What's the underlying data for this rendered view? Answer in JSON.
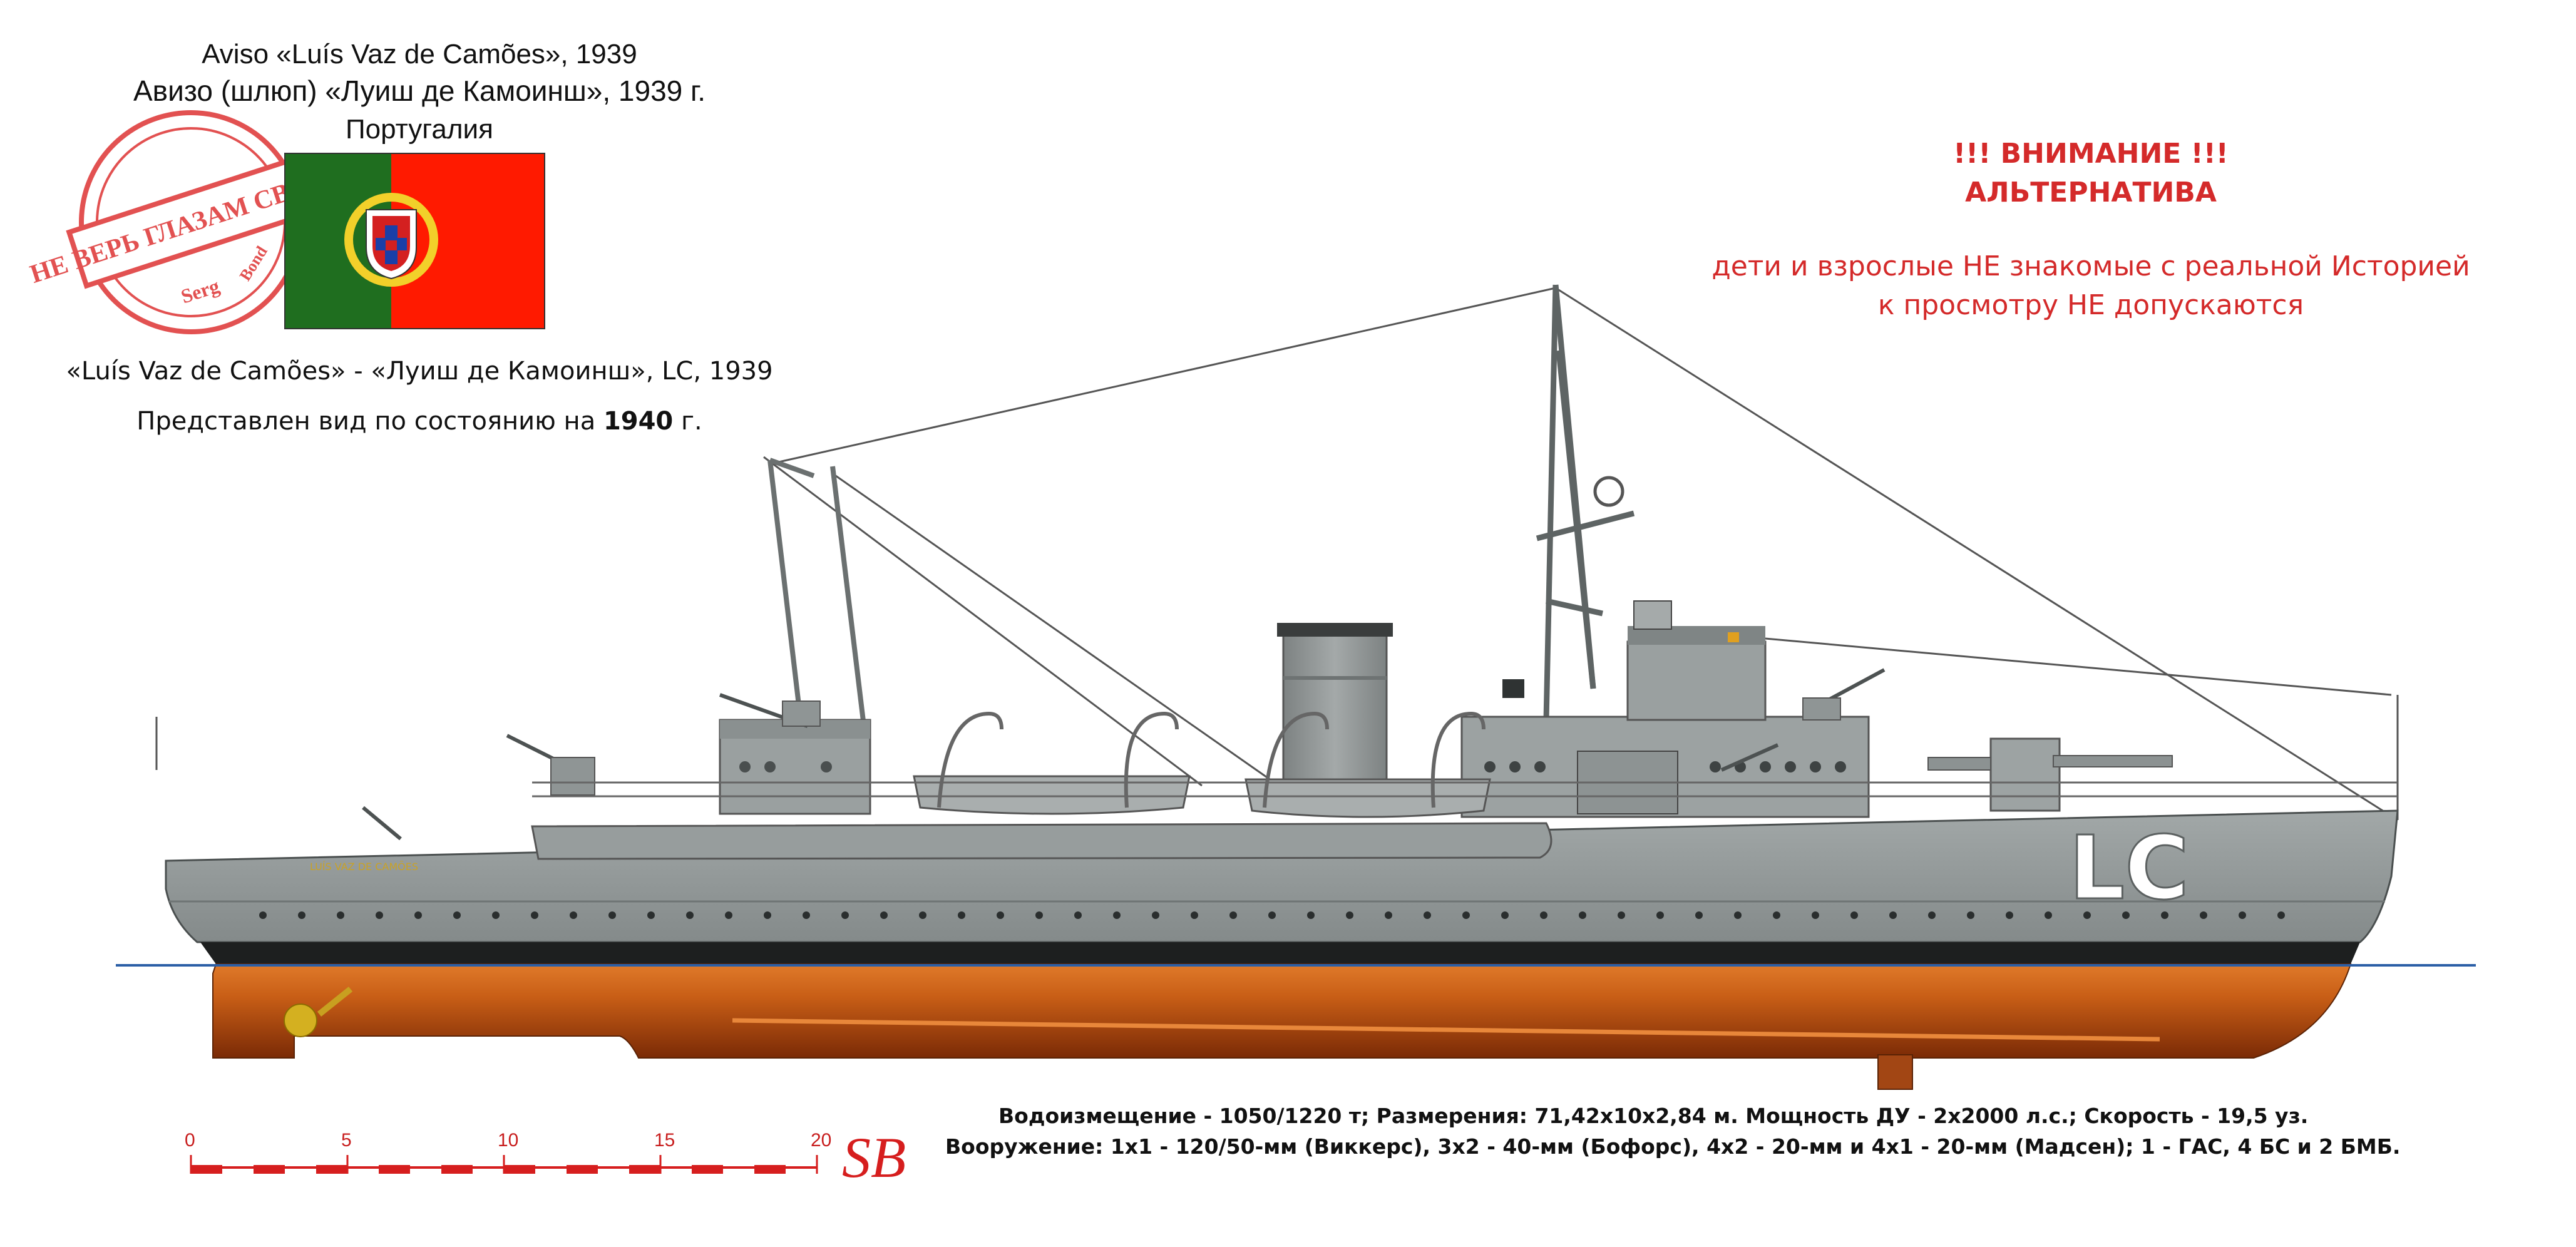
{
  "header": {
    "title_latin": "Aviso «Luís Vaz de Camões», 1939",
    "title_russian": "Авизо (шлюп) «Луиш де Камоинш», 1939 г.",
    "country": "Португалия"
  },
  "stamp": {
    "text": "НЕ ВЕРЬ ГЛАЗАМ СВОИМ",
    "author_left": "Serg",
    "author_right": "Bond"
  },
  "flag": {
    "green": "#1f6e1f",
    "red": "#ff1a00",
    "emblem": "portuguese-coat-of-arms"
  },
  "subtitle": {
    "names": "«Luís Vaz de Camões» - «Луиш де Камоинш», LC, 1939",
    "state_prefix": "Представлен вид по состоянию на",
    "state_year": "1940",
    "state_suffix": "г."
  },
  "warning": {
    "line1": "!!! ВНИМАНИЕ !!!",
    "line2": "АЛЬТЕРНАТИВА",
    "line3": "дети и взрослые НЕ знакомые с реальной Историей",
    "line4": "к просмотру НЕ допускаются",
    "color": "#d42a2a"
  },
  "ship": {
    "hull_number": "LC",
    "hull_name": "LUÍS VAZ DE CAMÕES",
    "colors": {
      "hull": "#8e9494",
      "hull_light": "#9fa5a5",
      "underwater": "#b84f0f",
      "boot_top": "#1e1e1e",
      "waterline": "#2b5fa6",
      "superstructure": "#9ba0a0"
    }
  },
  "scale": {
    "ticks": [
      "0",
      "5",
      "10",
      "15",
      "20"
    ],
    "logo": "SB",
    "color": "#d61e1e"
  },
  "specs": {
    "line1": "Водоизмещение - 1050/1220 т;  Размерения: 71,42x10x2,84 м. Мощность ДУ - 2x2000 л.с.; Скорость - 19,5 уз.",
    "line2": "Вооружение: 1x1 - 120/50-мм (Виккерс), 3x2 - 40-мм (Бофорс), 4x2 - 20-мм и 4x1 - 20-мм (Мадсен); 1 - ГАС, 4 БС и 2 БМБ."
  }
}
